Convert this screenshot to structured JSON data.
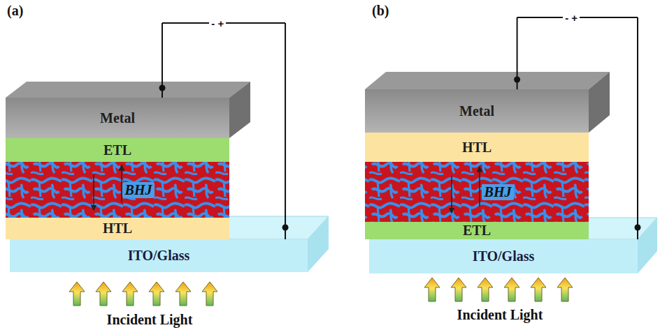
{
  "diagram": {
    "nodes": [
      {
        "text": [
          "Metal"
        ]
      },
      {
        "text": [
          "ETL"
        ]
      },
      {
        "text": [
          "BHJ"
        ]
      },
      {
        "text": [
          "HTL"
        ]
      },
      {
        "text": [
          "ITO/Glass"
        ]
      },
      {
        "text": [
          "Metal"
        ]
      },
      {
        "text": [
          "HTL"
        ]
      },
      {
        "text": [
          "BHJ"
        ]
      },
      {
        "text": [
          "ETL"
        ]
      },
      {
        "text": [
          "ITO/Glass"
        ]
      }
    ],
    "edges": [
      {
        "from": 0,
        "to": 4,
        "arrow": "none",
        "label": "- +"
      },
      {
        "from": 5,
        "to": 9,
        "arrow": "none",
        "label": "- +"
      }
    ],
    "labels": [
      "(a)",
      "Incident Light",
      "(b)",
      "Incident Light"
    ]
  }
}
